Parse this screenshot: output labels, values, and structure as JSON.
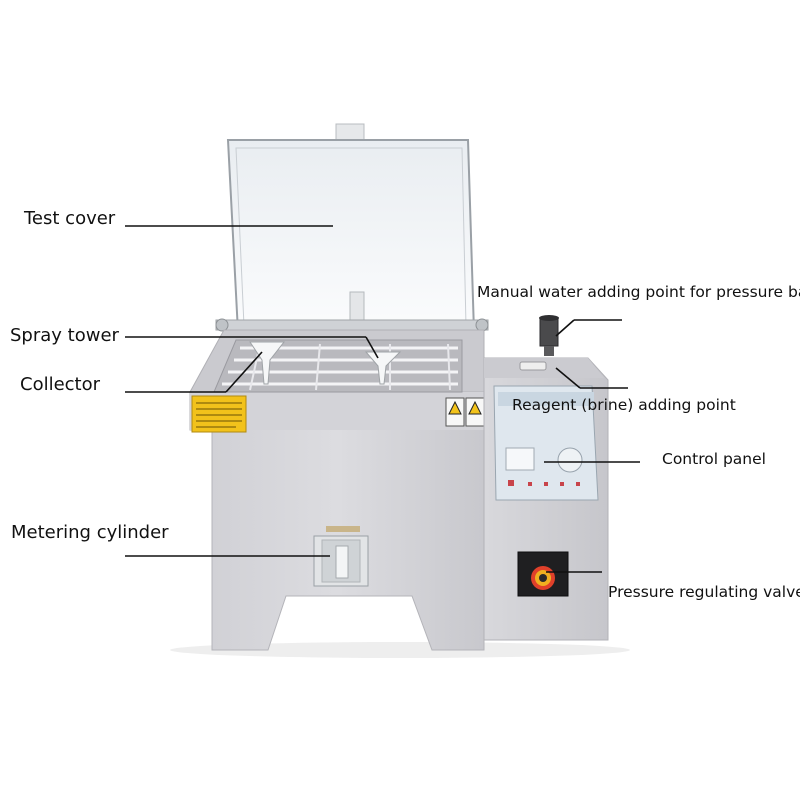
{
  "labels": {
    "test_cover": "Test cover",
    "spray_tower": "Spray tower",
    "collector": "Collector",
    "metering_cylinder": "Metering cylinder",
    "manual_water": "Manual water adding point for pressure barrel",
    "reagent": "Reagent (brine) adding point",
    "control_panel": "Control panel",
    "pressure_valve": "Pressure regulating valve"
  },
  "colors": {
    "body": "#d6d6da",
    "body_shade": "#c4c4c9",
    "lid": "#f2f4f6",
    "warning_label": "#f2c21b",
    "valve_ring": "#e0402a",
    "panel": "#dfe7ee"
  }
}
